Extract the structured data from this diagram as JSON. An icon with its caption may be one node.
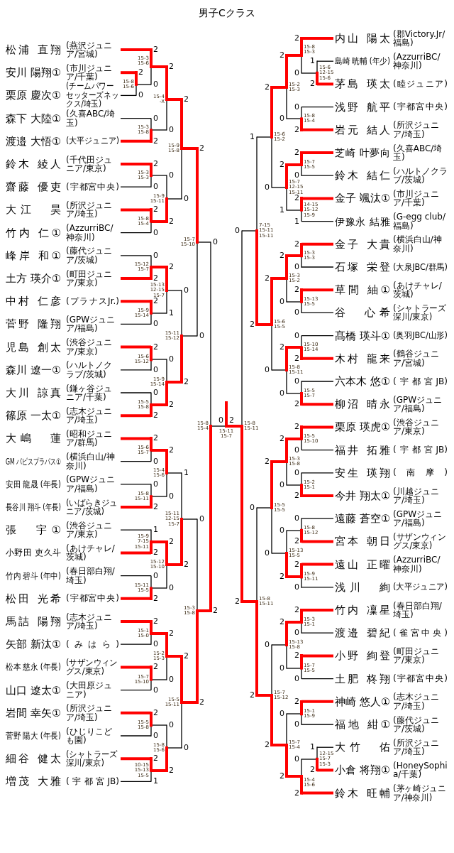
{
  "diagram": {
    "title": "男子Cクラス",
    "nodes": [
      {
        "text": [
          "松浦 直翔",
          "(燕沢ジュニア/宮城)"
        ]
      },
      {
        "text": [
          "安川 陽翔①",
          "(市川ジュニア/千葉)"
        ]
      },
      {
        "text": [
          "栗原 慶次①",
          "(チームパワーセッターズネックス/埼玉)"
        ]
      },
      {
        "text": [
          "森下 大陸①",
          "(久喜ABC/埼玉)"
        ]
      },
      {
        "text": [
          "渡邉 大悟①",
          "(大平ジュニア)"
        ]
      },
      {
        "text": [
          "鈴木 綾人",
          "(千代田ジュニア/東京)"
        ]
      },
      {
        "text": [
          "齋藤 優吏",
          "(宇都宮中央)"
        ]
      },
      {
        "text": [
          "大江　昊",
          "(所沢ジュニア/埼玉)"
        ]
      },
      {
        "text": [
          "竹内 仁①",
          "(AzzurriBC/神奈川)"
        ]
      },
      {
        "text": [
          "峰岸 和①",
          "(藤代ジュニア/茨城)"
        ]
      },
      {
        "text": [
          "土方 瑛介①",
          "(町田ジュニア/東京)"
        ]
      },
      {
        "text": [
          "中村 仁彦",
          "(プラナスJr.)"
        ]
      },
      {
        "text": [
          "菅野 隆翔",
          "(GPWジュニア/福島)"
        ]
      },
      {
        "text": [
          "児島 創太",
          "(渋谷ジュニア/東京)"
        ]
      },
      {
        "text": [
          "森川 遼一①",
          "(ハルトノクラブ/茨城)"
        ]
      },
      {
        "text": [
          "大川 諒真",
          "(鎌ヶ谷ジュニア/千葉)"
        ]
      },
      {
        "text": [
          "篠原 一太①",
          "(志木ジュニア/埼玉)"
        ]
      },
      {
        "text": [
          "大嶋　蓮",
          "(昭和ジュニア/群馬)"
        ]
      },
      {
        "text": [
          "GM パピスプラパス①",
          "(横浜白山/神奈川)"
        ]
      },
      {
        "text": [
          "安田 龍晟 (年長)",
          "(GPWジュニア/福島)"
        ]
      },
      {
        "text": [
          "長谷川 翔斗 (年長)",
          "(いばらきジュニア/茨城)"
        ]
      },
      {
        "text": [
          "張　宇①",
          "(渋谷ジュニア/東京)"
        ]
      },
      {
        "text": [
          "小野田 吏久斗",
          "(あけチャレ/茨城)"
        ]
      },
      {
        "text": [
          "竹内 碧斗 (年中)",
          "(春日部白翔/埼玉)"
        ]
      },
      {
        "text": [
          "松田 光希",
          "(宇都宮中央)"
        ]
      },
      {
        "text": [
          "馬詰 陽翔",
          "(志木ジュニア/埼玉)"
        ]
      },
      {
        "text": [
          "矢部 新汰①",
          "(みはら)"
        ]
      },
      {
        "text": [
          "松本 慈永 (年長)",
          "(サザンウィングス/東京)"
        ]
      },
      {
        "text": [
          "山口 遼太①",
          "(大田原ジュニア)"
        ]
      },
      {
        "text": [
          "岩間 幸矢①",
          "(所沢ジュニア/埼玉)"
        ]
      },
      {
        "text": [
          "菅野 陽大 (年長)",
          "(ひじりこども園)"
        ]
      },
      {
        "text": [
          "細谷 健太",
          "(シャトラーズ深川/東京)"
        ]
      },
      {
        "text": [
          "増茂 大雅",
          "(宇都宮JB)"
        ]
      },
      {
        "text": [
          "内山 陽太",
          "(郡Victory.Jr/福島)"
        ]
      },
      {
        "text": [
          "島崎 晄輔 (年少)",
          "(AzzurriBC/神奈川)"
        ]
      },
      {
        "text": [
          "茅島 瑛太",
          "(睦ジュニア)"
        ]
      },
      {
        "text": [
          "浅野 航平",
          "(宇都宮中央)"
        ]
      },
      {
        "text": [
          "岩元 結人",
          "(所沢ジュニア/埼玉)"
        ]
      },
      {
        "text": [
          "芝崎 叶夢向",
          "(久喜ABC/埼玉)"
        ]
      },
      {
        "text": [
          "鈴木 結仁",
          "(ハルトノクラブ/茨城)"
        ]
      },
      {
        "text": [
          "金子 颯汰①",
          "(市川ジュニア/千葉)"
        ]
      },
      {
        "text": [
          "伊豫永 結雅",
          "(G-egg club/福島)"
        ]
      },
      {
        "text": [
          "金子 大貴",
          "(横浜白山/神奈川)"
        ]
      },
      {
        "text": [
          "石塚 栄登",
          "(大泉JBC/群馬)"
        ]
      },
      {
        "text": [
          "草間 紬①",
          "(あけチャレ/茨城)"
        ]
      },
      {
        "text": [
          "谷　心希",
          "(シャトラーズ深川/東京)"
        ]
      },
      {
        "text": [
          "髙橋 瑛斗①",
          "(奥羽JBC/山形)"
        ]
      },
      {
        "text": [
          "木村 龍来",
          "(鶴谷ジュニア/宮城)"
        ]
      },
      {
        "text": [
          "六本木 悠①",
          "(宇都宮JB)"
        ]
      },
      {
        "text": [
          "柳沼 晴永",
          "(GPWジュニア/福島)"
        ]
      },
      {
        "text": [
          "栗原 瑛虎①",
          "(渋谷ジュニア/東京)"
        ]
      },
      {
        "text": [
          "福井 拓雅",
          "(宇都宮JB)"
        ]
      },
      {
        "text": [
          "安生 瑛翔",
          "(南摩)"
        ]
      },
      {
        "text": [
          "今井 翔太①",
          "(川越ジュニア/埼玉)"
        ]
      },
      {
        "text": [
          "遠藤 蒼空①",
          "(GPWジュニア/福島)"
        ]
      },
      {
        "text": [
          "宮本 朝日",
          "(サザンウィングス/東京)"
        ]
      },
      {
        "text": [
          "遠山 正曜",
          "(AzzurriBC/神奈川)"
        ]
      },
      {
        "text": [
          "浅川　絢",
          "(大平ジュニア)"
        ]
      },
      {
        "text": [
          "竹内 凜星",
          "(春日部白翔/埼玉)"
        ]
      },
      {
        "text": [
          "渡邉 碧紀",
          "(雀宮中央)"
        ]
      },
      {
        "text": [
          "小野 絢登",
          "(町田ジュニア/東京)"
        ]
      },
      {
        "text": [
          "土肥 柊翔",
          "(宇都宮中央)"
        ]
      },
      {
        "text": [
          "神崎 悠人①",
          "(志木ジュニア/埼玉)"
        ]
      },
      {
        "text": [
          "福地 紺①",
          "(藤代ジュニア/茨城)"
        ]
      },
      {
        "text": [
          "大竹　佑",
          "(所沢ジュニア/埼玉)"
        ]
      },
      {
        "text": [
          "小倉 将翔①",
          "(HoneySophia/千葉)"
        ]
      },
      {
        "text": [
          "鈴木 旺輔",
          "(茅ヶ崎ジュニア/神奈川)"
        ]
      },
      {
        "text": [],
        "shape": "bar",
        "beside": [
          "15-8 15-6"
        ]
      },
      {
        "text": [],
        "shape": "bar",
        "beside": [
          "15-3 15-6"
        ]
      },
      {
        "text": [],
        "shape": "bar",
        "beside": [
          "15-3 15-8"
        ]
      },
      {
        "text": [],
        "shape": "bar",
        "beside": [
          "15-4 -X"
        ]
      },
      {
        "text": [],
        "shape": "bar",
        "beside": [
          "15-3 15-3"
        ]
      },
      {
        "text": [],
        "shape": "bar",
        "beside": [
          "15-8 15-4"
        ]
      },
      {
        "text": [],
        "shape": "bar",
        "beside": [
          "15-9 15-11"
        ]
      },
      {
        "text": [],
        "shape": "bar",
        "beside": [
          "15-9 15-8"
        ]
      },
      {
        "text": [],
        "shape": "bar",
        "beside": [
          "15-12 15-7"
        ]
      },
      {
        "text": [],
        "shape": "bar",
        "beside": [
          "15-9 15-14"
        ]
      },
      {
        "text": [],
        "shape": "bar",
        "beside": [
          "15-13 12-15 15-7"
        ]
      },
      {
        "text": [],
        "shape": "bar",
        "beside": [
          "15-6 15-12"
        ]
      },
      {
        "text": [],
        "shape": "bar",
        "beside": [
          "15-5 15-8"
        ]
      },
      {
        "text": [],
        "shape": "bar",
        "beside": [
          "15-9 15-14"
        ]
      },
      {
        "text": [],
        "shape": "bar",
        "beside": [
          "15-11 15-12"
        ]
      },
      {
        "text": [],
        "shape": "bar",
        "beside": [
          "15-7 15-10"
        ]
      },
      {
        "text": [],
        "shape": "bar",
        "beside": [
          "15-6 15-7"
        ]
      },
      {
        "text": [],
        "shape": "bar",
        "beside": [
          "15-8 15-11"
        ]
      },
      {
        "text": [],
        "shape": "bar",
        "beside": [
          "15-4 15-6"
        ]
      },
      {
        "text": [],
        "shape": "bar",
        "beside": [
          "15-9 7-15 15-11"
        ]
      },
      {
        "text": [],
        "shape": "bar",
        "beside": [
          "15-11 15-5"
        ]
      },
      {
        "text": [],
        "shape": "bar",
        "beside": [
          "15-12 15-10"
        ]
      },
      {
        "text": [],
        "shape": "bar",
        "beside": [
          "15-11 12-15 15-7"
        ]
      },
      {
        "text": [],
        "shape": "bar",
        "beside": [
          "15-1 15-0"
        ]
      },
      {
        "text": [],
        "shape": "bar",
        "beside": [
          "15-7 15-10"
        ]
      },
      {
        "text": [],
        "shape": "bar",
        "beside": [
          "15-2 15-3"
        ]
      },
      {
        "text": [],
        "shape": "bar",
        "beside": [
          "15-5 15-8"
        ]
      },
      {
        "text": [],
        "shape": "bar",
        "beside": [
          "10-15 15-13 15-5"
        ]
      },
      {
        "text": [],
        "shape": "bar",
        "beside": [
          "15-8 15-6"
        ]
      },
      {
        "text": [],
        "shape": "bar",
        "beside": [
          "15-5 15-11"
        ]
      },
      {
        "text": [],
        "shape": "bar",
        "beside": [
          "15-3 15-8"
        ]
      },
      {
        "text": [],
        "shape": "bar",
        "beside": [
          "15-8 15-4"
        ]
      },
      {
        "text": [],
        "shape": "bar",
        "beside": [
          "15-6 12-15 15-6"
        ]
      },
      {
        "text": [],
        "shape": "bar",
        "beside": [
          "15-8 15-3"
        ]
      },
      {
        "text": [],
        "shape": "bar",
        "beside": [
          "15-8 15-4"
        ]
      },
      {
        "text": [],
        "shape": "bar",
        "beside": [
          "15-2 15-3"
        ]
      },
      {
        "text": [],
        "shape": "bar",
        "beside": [
          "15-7 15-5"
        ]
      },
      {
        "text": [],
        "shape": "bar",
        "beside": [
          "14-15 15-12 15-9"
        ]
      },
      {
        "text": [],
        "shape": "bar",
        "beside": [
          "15-7 12-15 15-11"
        ]
      },
      {
        "text": [],
        "shape": "bar",
        "beside": [
          "15-6 15-2"
        ]
      },
      {
        "text": [],
        "shape": "bar",
        "beside": [
          "15-3 15-3"
        ]
      },
      {
        "text": [],
        "shape": "bar",
        "beside": [
          "15-13 15-5"
        ]
      },
      {
        "text": [],
        "shape": "bar",
        "beside": [
          "15-3 15-2"
        ]
      },
      {
        "text": [],
        "shape": "bar",
        "beside": [
          "15-10 15-14"
        ]
      },
      {
        "text": [],
        "shape": "bar",
        "beside": [
          "15-5 15-7"
        ]
      },
      {
        "text": [],
        "shape": "bar",
        "beside": [
          "15-8 15-11"
        ]
      },
      {
        "text": [],
        "shape": "bar",
        "beside": [
          "15-6 15-5"
        ]
      },
      {
        "text": [],
        "shape": "bar",
        "beside": [
          "7-15 15-11 15-11"
        ]
      },
      {
        "text": [],
        "shape": "bar",
        "beside": [
          "15-5 15-10"
        ]
      },
      {
        "text": [],
        "shape": "bar",
        "beside": [
          "15-2 15-1"
        ]
      },
      {
        "text": [],
        "shape": "bar",
        "beside": [
          "15-3 15-8"
        ]
      },
      {
        "text": [],
        "shape": "bar",
        "beside": [
          "15-8 15-12"
        ]
      },
      {
        "text": [],
        "shape": "bar",
        "beside": [
          "15-9 15-11"
        ]
      },
      {
        "text": [],
        "shape": "bar",
        "beside": [
          "15-13 15-5"
        ]
      },
      {
        "text": [],
        "shape": "bar",
        "beside": [
          "15-5 15-5"
        ]
      },
      {
        "text": [],
        "shape": "bar",
        "beside": [
          "15-3 15-1"
        ]
      },
      {
        "text": [],
        "shape": "bar",
        "beside": [
          "15-7 15-5"
        ]
      },
      {
        "text": [],
        "shape": "bar",
        "beside": [
          "15-13 15-8"
        ]
      },
      {
        "text": [],
        "shape": "bar",
        "beside": [
          "15-1 15-9"
        ]
      },
      {
        "text": [],
        "shape": "bar",
        "beside": [
          "12-15 15-7 15-3"
        ]
      },
      {
        "text": [],
        "shape": "bar",
        "beside": [
          "15-4 15-6"
        ]
      },
      {
        "text": [],
        "shape": "bar",
        "beside": [
          "15-7 15-4"
        ]
      },
      {
        "text": [],
        "shape": "bar",
        "beside": [
          "15-7 15-12"
        ]
      },
      {
        "text": [],
        "shape": "bar",
        "beside": [
          "15-8 15-11"
        ]
      },
      {
        "text": [],
        "shape": "bar",
        "beside": [
          "15-8 15-11"
        ]
      },
      {
        "text": [],
        "shape": "bar",
        "beside": [
          "15-11 15-7"
        ]
      }
    ],
    "edges": [
      {
        "from": 1,
        "to": 67,
        "arrow": "none",
        "label": "2",
        "color": "#ff0000",
        "style": "thick"
      },
      {
        "from": 2,
        "to": 67,
        "arrow": "none",
        "label": "0",
        "color": "#000000"
      },
      {
        "from": 0,
        "to": 68,
        "arrow": "none",
        "label": "2",
        "color": "#ff0000",
        "style": "thick"
      },
      {
        "from": 67,
        "to": 68,
        "arrow": "none",
        "label": "0",
        "color": "#000000"
      },
      {
        "from": 3,
        "to": 69,
        "arrow": "none",
        "label": "0",
        "color": "#000000"
      },
      {
        "from": 4,
        "to": 69,
        "arrow": "none",
        "label": "2",
        "color": "#ff0000",
        "style": "thick"
      },
      {
        "from": 68,
        "to": 70,
        "arrow": "none",
        "label": "2",
        "color": "#ff0000",
        "style": "thick"
      },
      {
        "from": 69,
        "to": 70,
        "arrow": "none",
        "label": "0",
        "color": "#000000"
      },
      {
        "from": 5,
        "to": 71,
        "arrow": "none",
        "label": "2",
        "color": "#ff0000",
        "style": "thick"
      },
      {
        "from": 6,
        "to": 71,
        "arrow": "none",
        "label": "0",
        "color": "#000000"
      },
      {
        "from": 7,
        "to": 72,
        "arrow": "none",
        "label": "2",
        "color": "#ff0000",
        "style": "thick"
      },
      {
        "from": 8,
        "to": 72,
        "arrow": "none",
        "label": "0",
        "color": "#000000"
      },
      {
        "from": 71,
        "to": 73,
        "arrow": "none",
        "label": "0",
        "color": "#000000"
      },
      {
        "from": 72,
        "to": 73,
        "arrow": "none",
        "label": "2",
        "color": "#ff0000",
        "style": "thick"
      },
      {
        "from": 70,
        "to": 74,
        "arrow": "none",
        "label": "2",
        "color": "#ff0000",
        "style": "thick"
      },
      {
        "from": 73,
        "to": 74,
        "arrow": "none",
        "label": "0",
        "color": "#000000"
      },
      {
        "from": 9,
        "to": 75,
        "arrow": "none",
        "label": "0",
        "color": "#000000"
      },
      {
        "from": 10,
        "to": 75,
        "arrow": "none",
        "label": "2",
        "color": "#ff0000",
        "style": "thick"
      },
      {
        "from": 11,
        "to": 76,
        "arrow": "none",
        "label": "2",
        "color": "#ff0000",
        "style": "thick"
      },
      {
        "from": 12,
        "to": 76,
        "arrow": "none",
        "label": "0",
        "color": "#000000"
      },
      {
        "from": 75,
        "to": 77,
        "arrow": "none",
        "label": "2",
        "color": "#ff0000",
        "style": "thick"
      },
      {
        "from": 76,
        "to": 77,
        "arrow": "none",
        "label": "1",
        "color": "#000000"
      },
      {
        "from": 13,
        "to": 78,
        "arrow": "none",
        "label": "2",
        "color": "#ff0000",
        "style": "thick"
      },
      {
        "from": 14,
        "to": 78,
        "arrow": "none",
        "label": "0",
        "color": "#000000"
      },
      {
        "from": 15,
        "to": 79,
        "arrow": "none",
        "label": "0",
        "color": "#000000"
      },
      {
        "from": 16,
        "to": 79,
        "arrow": "none",
        "label": "2",
        "color": "#ff0000",
        "style": "thick"
      },
      {
        "from": 78,
        "to": 80,
        "arrow": "none",
        "label": "0",
        "color": "#000000"
      },
      {
        "from": 79,
        "to": 80,
        "arrow": "none",
        "label": "2",
        "color": "#ff0000",
        "style": "thick"
      },
      {
        "from": 77,
        "to": 81,
        "arrow": "none",
        "label": "0",
        "color": "#000000"
      },
      {
        "from": 80,
        "to": 81,
        "arrow": "none",
        "label": "2",
        "color": "#ff0000",
        "style": "thick"
      },
      {
        "from": 74,
        "to": 82,
        "arrow": "none",
        "label": "2",
        "color": "#ff0000",
        "style": "thick"
      },
      {
        "from": 81,
        "to": 82,
        "arrow": "none",
        "label": "0",
        "color": "#000000"
      },
      {
        "from": 17,
        "to": 83,
        "arrow": "none",
        "label": "2",
        "color": "#ff0000",
        "style": "thick"
      },
      {
        "from": 18,
        "to": 83,
        "arrow": "none",
        "label": "0",
        "color": "#000000"
      },
      {
        "from": 19,
        "to": 84,
        "arrow": "none",
        "label": "0",
        "color": "#000000"
      },
      {
        "from": 20,
        "to": 84,
        "arrow": "none",
        "label": "2",
        "color": "#ff0000",
        "style": "thick"
      },
      {
        "from": 83,
        "to": 85,
        "arrow": "none",
        "label": "2",
        "color": "#ff0000",
        "style": "thick"
      },
      {
        "from": 84,
        "to": 85,
        "arrow": "none",
        "label": "0",
        "color": "#000000"
      },
      {
        "from": 21,
        "to": 86,
        "arrow": "none",
        "label": "1",
        "color": "#000000"
      },
      {
        "from": 22,
        "to": 86,
        "arrow": "none",
        "label": "2",
        "color": "#ff0000",
        "style": "thick"
      },
      {
        "from": 23,
        "to": 87,
        "arrow": "none",
        "label": "0",
        "color": "#000000"
      },
      {
        "from": 24,
        "to": 87,
        "arrow": "none",
        "label": "2",
        "color": "#ff0000",
        "style": "thick"
      },
      {
        "from": 86,
        "to": 88,
        "arrow": "none",
        "label": "2",
        "color": "#ff0000",
        "style": "thick"
      },
      {
        "from": 87,
        "to": 88,
        "arrow": "none",
        "label": "0",
        "color": "#000000"
      },
      {
        "from": 85,
        "to": 89,
        "arrow": "none",
        "label": "1",
        "color": "#000000"
      },
      {
        "from": 88,
        "to": 89,
        "arrow": "none",
        "label": "2",
        "color": "#ff0000",
        "style": "thick"
      },
      {
        "from": 25,
        "to": 90,
        "arrow": "none",
        "label": "2",
        "color": "#ff0000",
        "style": "thick"
      },
      {
        "from": 26,
        "to": 90,
        "arrow": "none",
        "label": "0",
        "color": "#000000"
      },
      {
        "from": 27,
        "to": 91,
        "arrow": "none",
        "label": "2",
        "color": "#ff0000",
        "style": "thick"
      },
      {
        "from": 28,
        "to": 91,
        "arrow": "none",
        "label": "0",
        "color": "#000000"
      },
      {
        "from": 90,
        "to": 92,
        "arrow": "none",
        "label": "2",
        "color": "#ff0000",
        "style": "thick"
      },
      {
        "from": 91,
        "to": 92,
        "arrow": "none",
        "label": "0",
        "color": "#000000"
      },
      {
        "from": 29,
        "to": 93,
        "arrow": "none",
        "label": "2",
        "color": "#ff0000",
        "style": "thick"
      },
      {
        "from": 30,
        "to": 93,
        "arrow": "none",
        "label": "0",
        "color": "#000000"
      },
      {
        "from": 31,
        "to": 94,
        "arrow": "none",
        "label": "2",
        "color": "#ff0000",
        "style": "thick"
      },
      {
        "from": 32,
        "to": 94,
        "arrow": "none",
        "label": "1",
        "color": "#000000"
      },
      {
        "from": 93,
        "to": 95,
        "arrow": "none",
        "label": "0",
        "color": "#000000"
      },
      {
        "from": 94,
        "to": 95,
        "arrow": "none",
        "label": "2",
        "color": "#ff0000",
        "style": "thick"
      },
      {
        "from": 92,
        "to": 96,
        "arrow": "none",
        "label": "2",
        "color": "#ff0000",
        "style": "thick"
      },
      {
        "from": 95,
        "to": 96,
        "arrow": "none",
        "label": "0",
        "color": "#000000"
      },
      {
        "from": 89,
        "to": 97,
        "arrow": "none",
        "label": "0",
        "color": "#000000"
      },
      {
        "from": 96,
        "to": 97,
        "arrow": "none",
        "label": "2",
        "color": "#ff0000",
        "style": "thick"
      },
      {
        "from": 82,
        "to": 98,
        "arrow": "none",
        "label": "0",
        "color": "#000000"
      },
      {
        "from": 97,
        "to": 98,
        "arrow": "none",
        "label": "2",
        "color": "#ff0000",
        "style": "thick"
      },
      {
        "from": 34,
        "to": 99,
        "arrow": "none",
        "label": "1",
        "color": "#000000"
      },
      {
        "from": 35,
        "to": 99,
        "arrow": "none",
        "label": "2",
        "color": "#ff0000",
        "style": "thick"
      },
      {
        "from": 33,
        "to": 100,
        "arrow": "none",
        "label": "2",
        "color": "#ff0000",
        "style": "thick"
      },
      {
        "from": 99,
        "to": 100,
        "arrow": "none",
        "label": "0",
        "color": "#000000"
      },
      {
        "from": 36,
        "to": 101,
        "arrow": "none",
        "label": "0",
        "color": "#000000"
      },
      {
        "from": 37,
        "to": 101,
        "arrow": "none",
        "label": "2",
        "color": "#ff0000",
        "style": "thick"
      },
      {
        "from": 100,
        "to": 102,
        "arrow": "none",
        "label": "2",
        "color": "#ff0000",
        "style": "thick"
      },
      {
        "from": 101,
        "to": 102,
        "arrow": "none",
        "label": "0",
        "color": "#000000"
      },
      {
        "from": 38,
        "to": 103,
        "arrow": "none",
        "label": "2",
        "color": "#ff0000",
        "style": "thick"
      },
      {
        "from": 39,
        "to": 103,
        "arrow": "none",
        "label": "0",
        "color": "#000000"
      },
      {
        "from": 40,
        "to": 104,
        "arrow": "none",
        "label": "2",
        "color": "#ff0000",
        "style": "thick"
      },
      {
        "from": 41,
        "to": 104,
        "arrow": "none",
        "label": "1",
        "color": "#000000"
      },
      {
        "from": 103,
        "to": 105,
        "arrow": "none",
        "label": "2",
        "color": "#ff0000",
        "style": "thick"
      },
      {
        "from": 104,
        "to": 105,
        "arrow": "none",
        "label": "1",
        "color": "#000000"
      },
      {
        "from": 102,
        "to": 106,
        "arrow": "none",
        "label": "2",
        "color": "#ff0000",
        "style": "thick"
      },
      {
        "from": 105,
        "to": 106,
        "arrow": "none",
        "label": "0",
        "color": "#000000"
      },
      {
        "from": 42,
        "to": 107,
        "arrow": "none",
        "label": "2",
        "color": "#ff0000",
        "style": "thick"
      },
      {
        "from": 43,
        "to": 107,
        "arrow": "none",
        "label": "0",
        "color": "#000000"
      },
      {
        "from": 44,
        "to": 108,
        "arrow": "none",
        "label": "2",
        "color": "#ff0000",
        "style": "thick"
      },
      {
        "from": 45,
        "to": 108,
        "arrow": "none",
        "label": "0",
        "color": "#000000"
      },
      {
        "from": 107,
        "to": 109,
        "arrow": "none",
        "label": "2",
        "color": "#ff0000",
        "style": "thick"
      },
      {
        "from": 108,
        "to": 109,
        "arrow": "none",
        "label": "0",
        "color": "#000000"
      },
      {
        "from": 46,
        "to": 110,
        "arrow": "none",
        "label": "0",
        "color": "#000000"
      },
      {
        "from": 47,
        "to": 110,
        "arrow": "none",
        "label": "2",
        "color": "#ff0000",
        "style": "thick"
      },
      {
        "from": 48,
        "to": 111,
        "arrow": "none",
        "label": "0",
        "color": "#000000"
      },
      {
        "from": 49,
        "to": 111,
        "arrow": "none",
        "label": "2",
        "color": "#ff0000",
        "style": "thick"
      },
      {
        "from": 110,
        "to": 112,
        "arrow": "none",
        "label": "2",
        "color": "#ff0000",
        "style": "thick"
      },
      {
        "from": 111,
        "to": 112,
        "arrow": "none",
        "label": "0",
        "color": "#000000"
      },
      {
        "from": 109,
        "to": 113,
        "arrow": "none",
        "label": "2",
        "color": "#ff0000",
        "style": "thick"
      },
      {
        "from": 112,
        "to": 113,
        "arrow": "none",
        "label": "0",
        "color": "#000000"
      },
      {
        "from": 106,
        "to": 114,
        "arrow": "none",
        "label": "1",
        "color": "#000000"
      },
      {
        "from": 113,
        "to": 114,
        "arrow": "none",
        "label": "2",
        "color": "#ff0000",
        "style": "thick"
      },
      {
        "from": 50,
        "to": 115,
        "arrow": "none",
        "label": "2",
        "color": "#ff0000",
        "style": "thick"
      },
      {
        "from": 51,
        "to": 115,
        "arrow": "none",
        "label": "0",
        "color": "#000000"
      },
      {
        "from": 52,
        "to": 116,
        "arrow": "none",
        "label": "0",
        "color": "#000000"
      },
      {
        "from": 53,
        "to": 116,
        "arrow": "none",
        "label": "2",
        "color": "#ff0000",
        "style": "thick"
      },
      {
        "from": 115,
        "to": 117,
        "arrow": "none",
        "label": "2",
        "color": "#ff0000",
        "style": "thick"
      },
      {
        "from": 116,
        "to": 117,
        "arrow": "none",
        "label": "0",
        "color": "#000000"
      },
      {
        "from": 54,
        "to": 118,
        "arrow": "none",
        "label": "0",
        "color": "#000000"
      },
      {
        "from": 55,
        "to": 118,
        "arrow": "none",
        "label": "2",
        "color": "#ff0000",
        "style": "thick"
      },
      {
        "from": 56,
        "to": 119,
        "arrow": "none",
        "label": "2",
        "color": "#ff0000",
        "style": "thick"
      },
      {
        "from": 57,
        "to": 119,
        "arrow": "none",
        "label": "0",
        "color": "#000000"
      },
      {
        "from": 118,
        "to": 120,
        "arrow": "none",
        "label": "0",
        "color": "#000000"
      },
      {
        "from": 119,
        "to": 120,
        "arrow": "none",
        "label": "2",
        "color": "#ff0000",
        "style": "thick"
      },
      {
        "from": 117,
        "to": 121,
        "arrow": "none",
        "label": "2",
        "color": "#ff0000",
        "style": "thick"
      },
      {
        "from": 120,
        "to": 121,
        "arrow": "none",
        "label": "0",
        "color": "#000000"
      },
      {
        "from": 58,
        "to": 122,
        "arrow": "none",
        "label": "2",
        "color": "#ff0000",
        "style": "thick"
      },
      {
        "from": 59,
        "to": 122,
        "arrow": "none",
        "label": "0",
        "color": "#000000"
      },
      {
        "from": 60,
        "to": 123,
        "arrow": "none",
        "label": "2",
        "color": "#ff0000",
        "style": "thick"
      },
      {
        "from": 61,
        "to": 123,
        "arrow": "none",
        "label": "0",
        "color": "#000000"
      },
      {
        "from": 122,
        "to": 124,
        "arrow": "none",
        "label": "2",
        "color": "#ff0000",
        "style": "thick"
      },
      {
        "from": 123,
        "to": 124,
        "arrow": "none",
        "label": "0",
        "color": "#000000"
      },
      {
        "from": 62,
        "to": 125,
        "arrow": "none",
        "label": "2",
        "color": "#ff0000",
        "style": "thick"
      },
      {
        "from": 63,
        "to": 125,
        "arrow": "none",
        "label": "0",
        "color": "#000000"
      },
      {
        "from": 64,
        "to": 126,
        "arrow": "none",
        "label": "1",
        "color": "#000000"
      },
      {
        "from": 65,
        "to": 126,
        "arrow": "none",
        "label": "2",
        "color": "#ff0000",
        "style": "thick"
      },
      {
        "from": 126,
        "to": 127,
        "arrow": "none",
        "label": "0",
        "color": "#000000"
      },
      {
        "from": 66,
        "to": 127,
        "arrow": "none",
        "label": "2",
        "color": "#ff0000",
        "style": "thick"
      },
      {
        "from": 125,
        "to": 128,
        "arrow": "none",
        "label": "0",
        "color": "#000000"
      },
      {
        "from": 127,
        "to": 128,
        "arrow": "none",
        "label": "2",
        "color": "#ff0000",
        "style": "thick"
      },
      {
        "from": 124,
        "to": 129,
        "arrow": "none",
        "label": "0",
        "color": "#000000"
      },
      {
        "from": 128,
        "to": 129,
        "arrow": "none",
        "label": "2",
        "color": "#ff0000",
        "style": "thick"
      },
      {
        "from": 121,
        "to": 130,
        "arrow": "none",
        "label": "0",
        "color": "#000000"
      },
      {
        "from": 129,
        "to": 130,
        "arrow": "none",
        "label": "2",
        "color": "#ff0000",
        "style": "thick"
      },
      {
        "from": 114,
        "to": 131,
        "arrow": "none",
        "label": "0",
        "color": "#000000"
      },
      {
        "from": 130,
        "to": 131,
        "arrow": "none",
        "label": "2",
        "color": "#ff0000",
        "style": "thick"
      },
      {
        "from": 98,
        "to": 132,
        "arrow": "none",
        "label": "0",
        "color": "#000000"
      },
      {
        "from": 131,
        "to": 132,
        "arrow": "none",
        "label": "2",
        "color": "#ff0000",
        "style": "thick"
      }
    ]
  }
}
